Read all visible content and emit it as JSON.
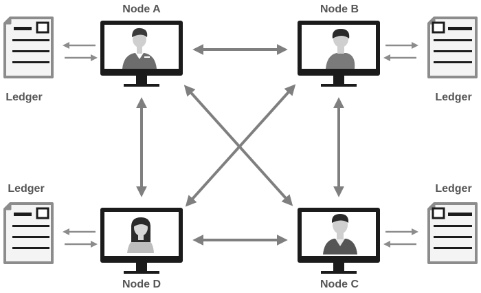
{
  "nodes": {
    "a": {
      "label": "Node A"
    },
    "b": {
      "label": "Node B"
    },
    "c": {
      "label": "Node C"
    },
    "d": {
      "label": "Node D"
    }
  },
  "ledgers": {
    "a": {
      "label": "Ledger"
    },
    "b": {
      "label": "Ledger"
    },
    "c": {
      "label": "Ledger"
    },
    "d": {
      "label": "Ledger"
    }
  },
  "colors": {
    "monitor": "#1b1b1b",
    "screen": "#ffffff",
    "arrow": "#7f7f7f",
    "label": "#555555",
    "ledger_border": "#8c8c8c",
    "ledger_fill": "#f4f4f4"
  },
  "icons": {
    "node": "monitor-icon",
    "person": "person-avatar-icon",
    "ledger": "document-icon"
  }
}
